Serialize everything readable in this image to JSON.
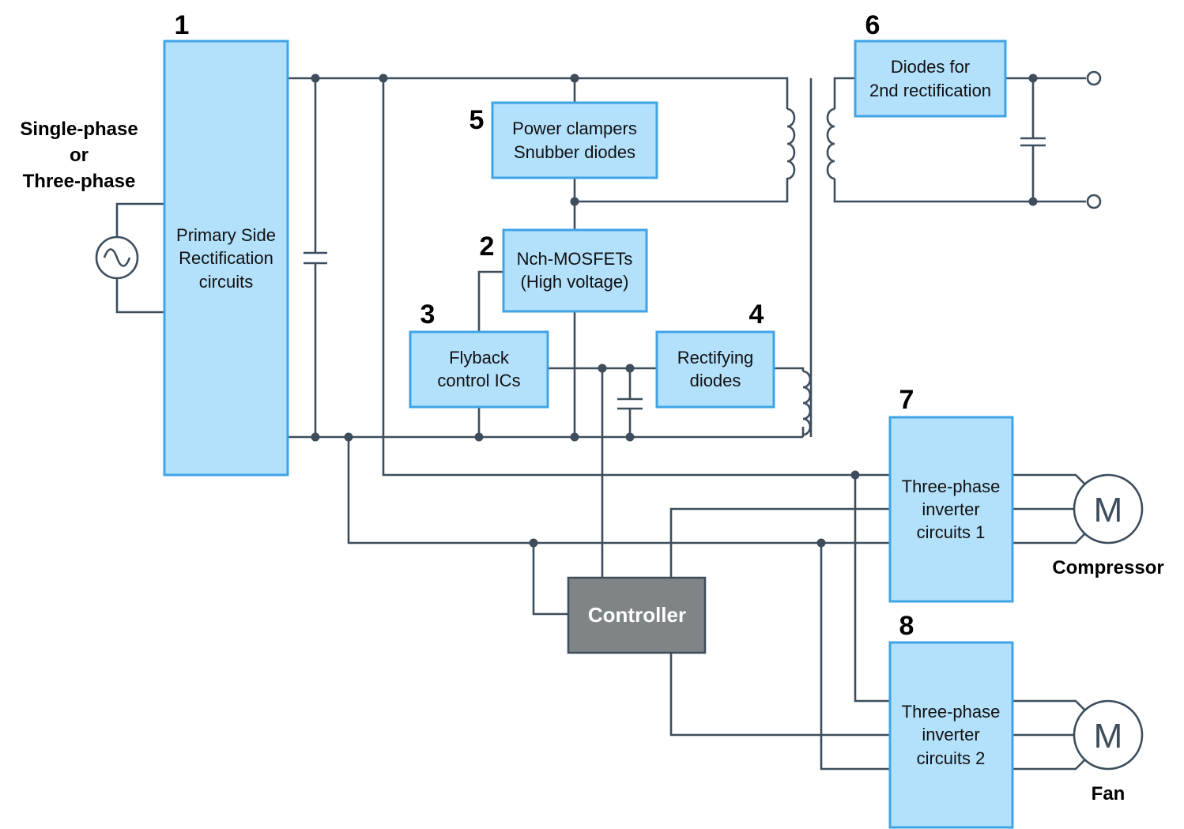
{
  "input": {
    "lines": [
      "Single-phase",
      "or",
      "Three-phase"
    ]
  },
  "blocks": {
    "b1": {
      "number": "1",
      "lines": [
        "Primary Side",
        "Rectification",
        "circuits"
      ]
    },
    "b2": {
      "number": "2",
      "lines": [
        "Nch-MOSFETs",
        "(High voltage)"
      ]
    },
    "b3": {
      "number": "3",
      "lines": [
        "Flyback",
        "control ICs"
      ]
    },
    "b4": {
      "number": "4",
      "lines": [
        "Rectifying",
        "diodes"
      ]
    },
    "b5": {
      "number": "5",
      "lines": [
        "Power clampers",
        "Snubber diodes"
      ]
    },
    "b6": {
      "number": "6",
      "lines": [
        "Diodes for",
        "2nd rectification"
      ]
    },
    "b7": {
      "number": "7",
      "lines": [
        "Three-phase",
        "inverter",
        "circuits 1"
      ]
    },
    "b8": {
      "number": "8",
      "lines": [
        "Three-phase",
        "inverter",
        "circuits 2"
      ]
    }
  },
  "controller": {
    "label": "Controller"
  },
  "motors": {
    "m1": {
      "symbol": "M",
      "label": "Compressor"
    },
    "m2": {
      "symbol": "M",
      "label": "Fan"
    }
  },
  "colors": {
    "block_fill": "#b3e0fb",
    "block_border": "#3fa4e6",
    "controller_fill": "#7f8486",
    "wire": "#3d4d5c"
  }
}
